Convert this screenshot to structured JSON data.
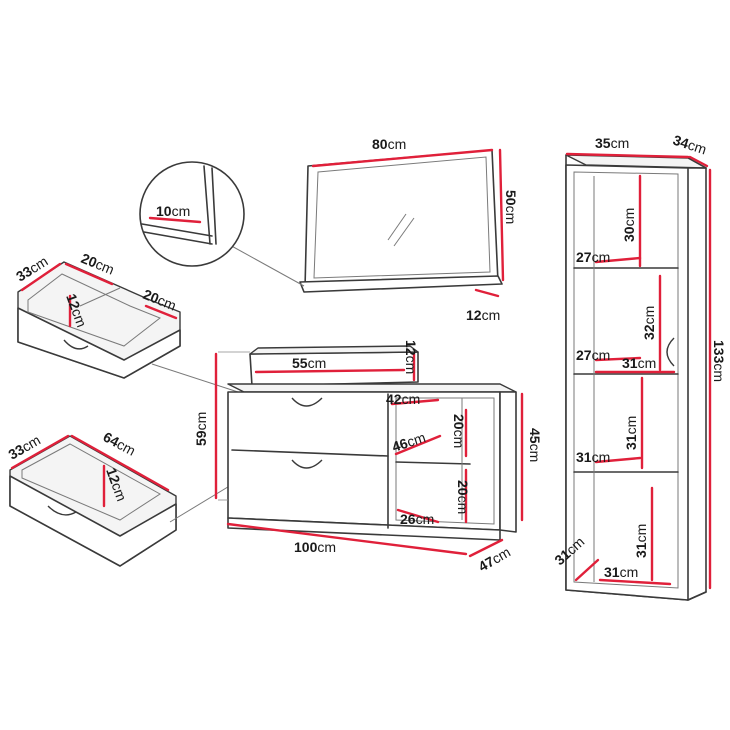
{
  "labels": {
    "mirror_width": {
      "n": "80",
      "u": "cm"
    },
    "mirror_height": {
      "n": "50",
      "u": "cm"
    },
    "mirror_shelf_depth": {
      "n": "12",
      "u": "cm"
    },
    "mirror_detail": {
      "n": "10",
      "u": "cm"
    },
    "tall_width": {
      "n": "35",
      "u": "cm"
    },
    "tall_depth": {
      "n": "34",
      "u": "cm"
    },
    "tall_height": {
      "n": "133",
      "u": "cm"
    },
    "tall_top_compartment": {
      "n": "30",
      "u": "cm"
    },
    "tall_shelf_1": {
      "n": "27",
      "u": "cm"
    },
    "tall_door_compartment": {
      "n": "32",
      "u": "cm"
    },
    "tall_shelf_2": {
      "n": "27",
      "u": "cm"
    },
    "tall_inner_width": {
      "n": "31",
      "u": "cm"
    },
    "tall_mid_compartment": {
      "n": "31",
      "u": "cm"
    },
    "tall_shelf_3": {
      "n": "31",
      "u": "cm"
    },
    "tall_bottom_compartment": {
      "n": "31",
      "u": "cm"
    },
    "tall_base_depth": {
      "n": "31",
      "u": "cm"
    },
    "tall_base_width": {
      "n": "31",
      "u": "cm"
    },
    "top_drawer_depth": {
      "n": "33",
      "u": "cm"
    },
    "top_drawer_front": {
      "n": "20",
      "u": "cm"
    },
    "top_drawer_height": {
      "n": "12",
      "u": "cm"
    },
    "top_drawer_right": {
      "n": "20",
      "u": "cm"
    },
    "bottom_drawer_depth": {
      "n": "33",
      "u": "cm"
    },
    "bottom_drawer_width": {
      "n": "64",
      "u": "cm"
    },
    "bottom_drawer_height": {
      "n": "12",
      "u": "cm"
    },
    "sink_width": {
      "n": "55",
      "u": "cm"
    },
    "sink_height": {
      "n": "12",
      "u": "cm"
    },
    "cabinet_height": {
      "n": "59",
      "u": "cm"
    },
    "cabinet_body_height": {
      "n": "45",
      "u": "cm"
    },
    "cabinet_width": {
      "n": "100",
      "u": "cm"
    },
    "cabinet_depth": {
      "n": "47",
      "u": "cm"
    },
    "shelf_width": {
      "n": "42",
      "u": "cm"
    },
    "shelf_depth": {
      "n": "46",
      "u": "cm"
    },
    "shelf_upper_height": {
      "n": "20",
      "u": "cm"
    },
    "shelf_lower_height": {
      "n": "20",
      "u": "cm"
    },
    "shelf_lower_width": {
      "n": "26",
      "u": "cm"
    }
  }
}
